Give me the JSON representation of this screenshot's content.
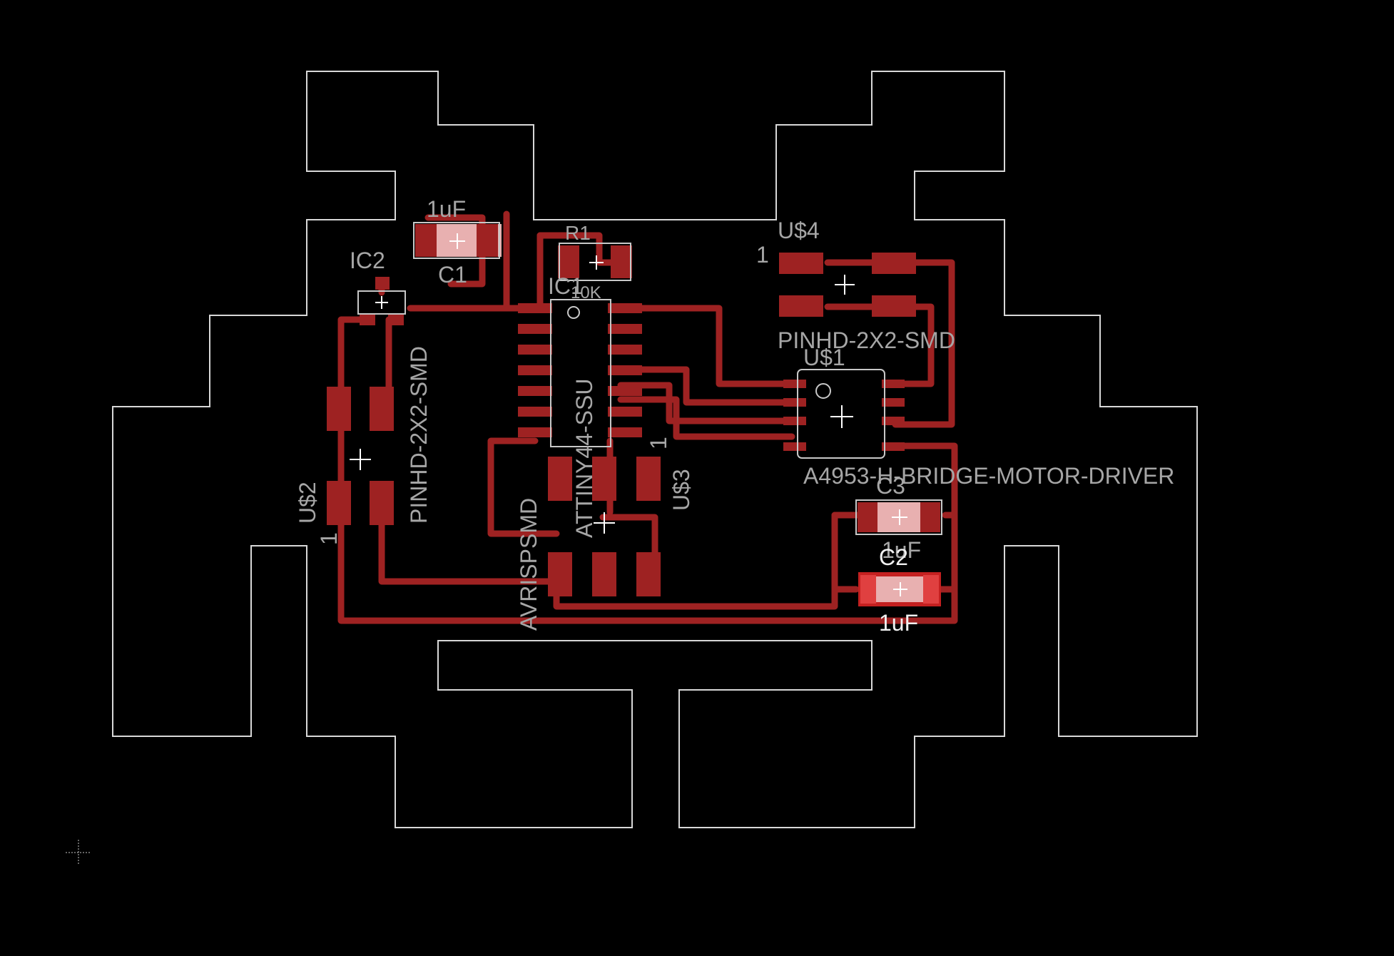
{
  "labels": {
    "c1_value": "1uF",
    "c1_name": "C1",
    "r1_name": "R1",
    "r1_value": "10K",
    "ic2_name": "IC2",
    "ic1_name": "IC1",
    "u4_name": "U$4",
    "u4_pin1": "1",
    "u4_package": "PINHD-2X2-SMD",
    "u1_name": "U$1",
    "u1_value": "A4953-H-BRIDGE-MOTOR-DRIVER",
    "u2_name": "U$2",
    "u2_pin1": "1",
    "u2_package": "PINHD-2X2-SMD",
    "ic1_value": "ATTINY44-SSU",
    "avr_value": "AVRISPSMD",
    "u3_name": "U$3",
    "u3_pin1": "1",
    "c3_name": "C3",
    "c3_value": "1uF",
    "c2_name": "C2",
    "c2_value": "1uF"
  },
  "colors": {
    "background": "#000000",
    "board_outline": "#d8d8d8",
    "copper_top": "#9e2222",
    "copper_highlight": "#e04040",
    "silkscreen": "#a6a6a6"
  },
  "icons": [
    "origin-crosshair-icon",
    "component-origin-cross-icon"
  ]
}
